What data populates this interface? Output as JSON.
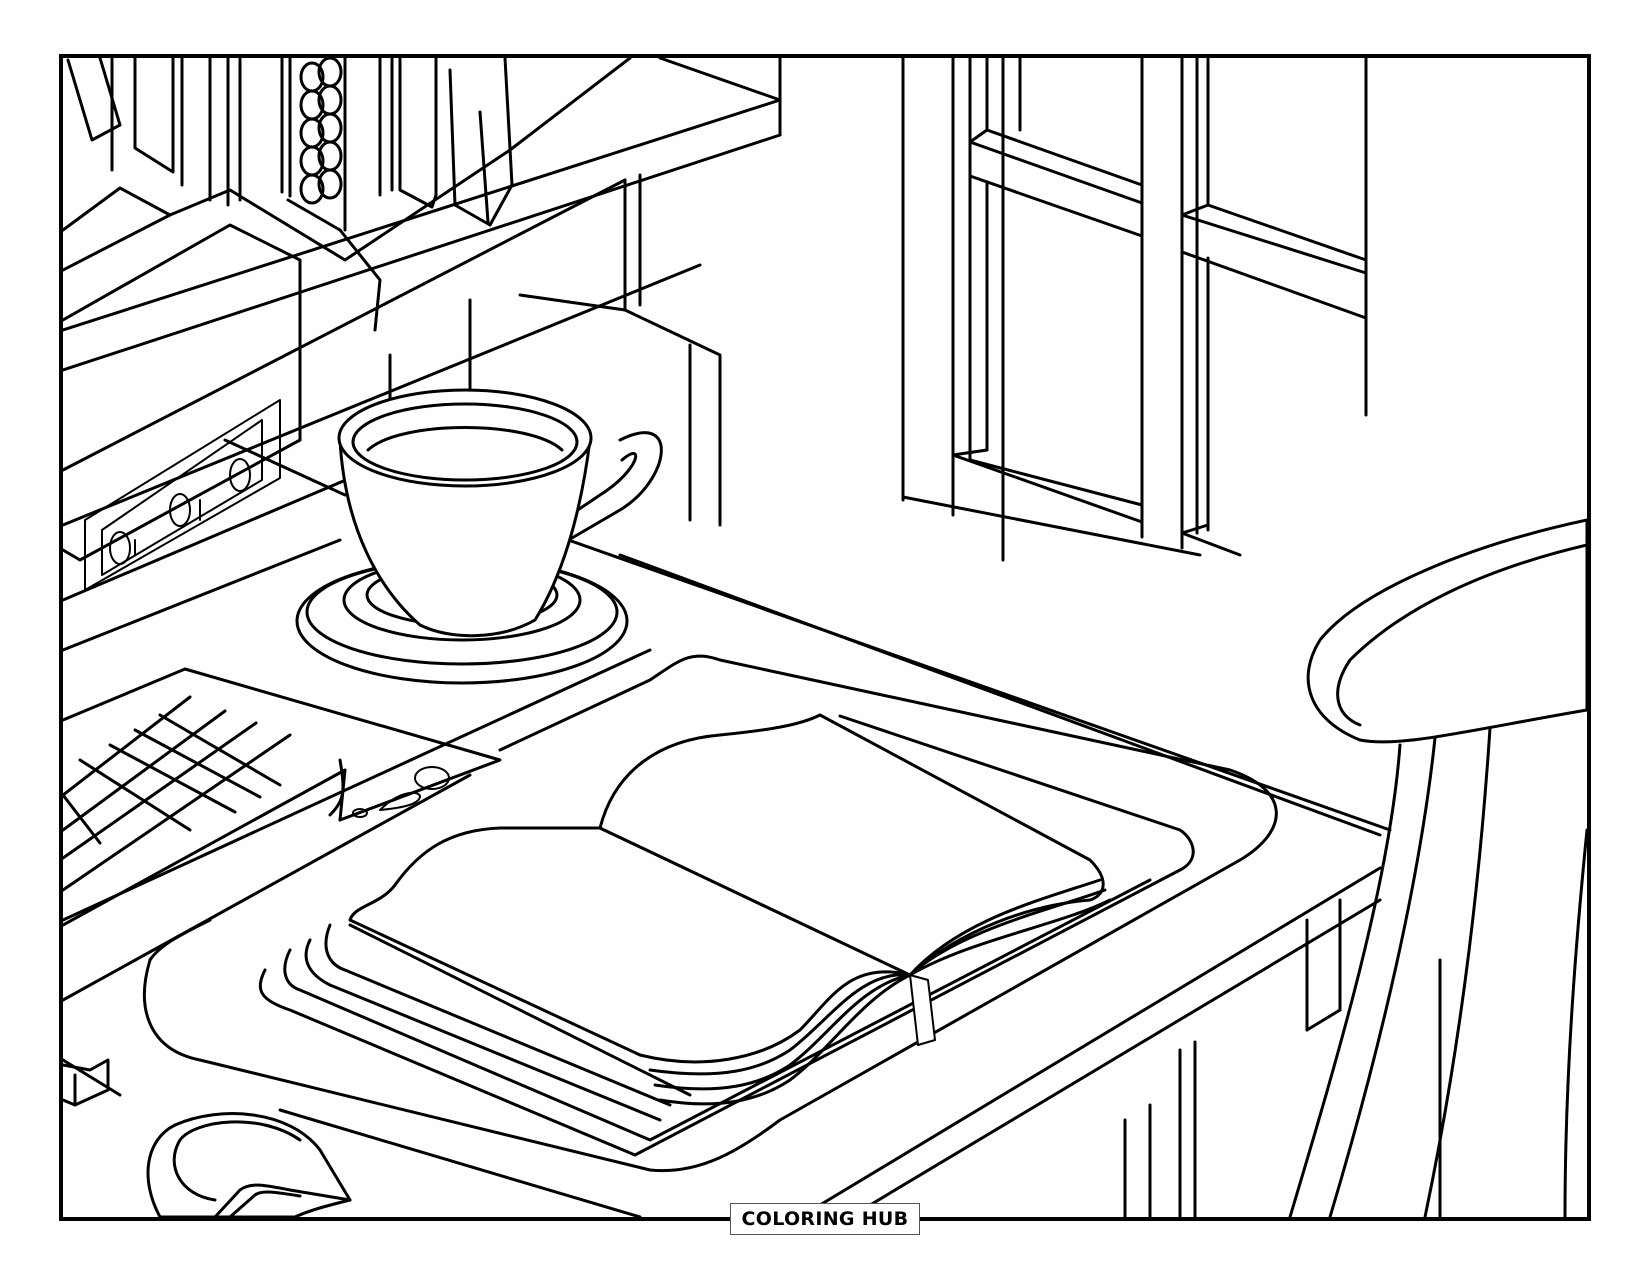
{
  "page": {
    "type": "coloring-page",
    "subject": "desk by window with open book, coffee cup, keyboard, mouse, bookshelf and chair"
  },
  "brand": {
    "label": "COLORING HUB"
  },
  "scene": {
    "objects": [
      {
        "name": "bookshelf",
        "icon": "bookshelf-icon"
      },
      {
        "name": "clock-box",
        "display": "0|0|0"
      },
      {
        "name": "coffee-cup",
        "icon": "cup-icon"
      },
      {
        "name": "saucer",
        "icon": "saucer-icon"
      },
      {
        "name": "keyboard",
        "icon": "keyboard-icon"
      },
      {
        "name": "open-book",
        "icon": "book-icon"
      },
      {
        "name": "bookmark-ribbon",
        "icon": "ribbon-icon"
      },
      {
        "name": "mouse",
        "icon": "mouse-icon"
      },
      {
        "name": "window",
        "icon": "window-icon"
      },
      {
        "name": "chair",
        "icon": "chair-icon"
      },
      {
        "name": "desk",
        "icon": "desk-icon"
      }
    ]
  },
  "colors": {
    "line": "#000000",
    "background": "#ffffff",
    "brand_border": "#555555"
  }
}
